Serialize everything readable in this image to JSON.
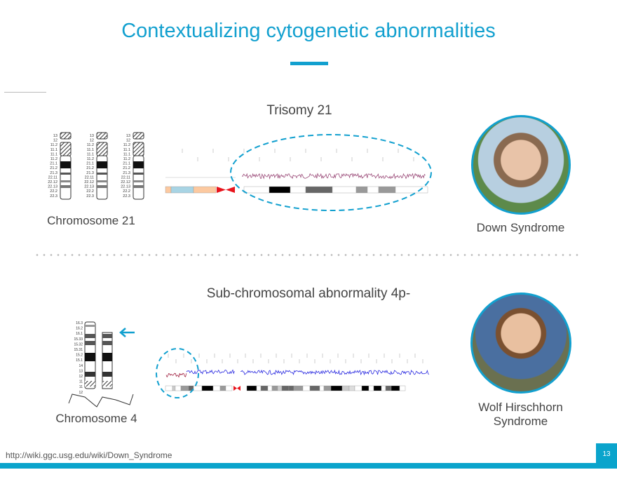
{
  "title": "Contextualizing cytogenetic abnormalities",
  "tiny_caption": "..........",
  "section1": {
    "heading": "Trisomy 21",
    "chromosome_label": "Chromosome 21",
    "syndrome_label": "Down Syndrome",
    "bands": [
      "13",
      "12",
      "11.2",
      "11.1",
      "11.1",
      "11.2",
      "21.1",
      "21.2",
      "21.3",
      "22.11",
      "22.12",
      "22.13",
      "22.2",
      "22.3"
    ]
  },
  "section2": {
    "heading": "Sub-chromosomal abnormality 4p-",
    "chromosome_label": "Chromosome 4",
    "syndrome_label_line1": "Wolf Hirschhorn",
    "syndrome_label_line2": "Syndrome",
    "bands": [
      "16.3",
      "16.2",
      "16.1",
      "15.33",
      "15.32",
      "15.31",
      "15.2",
      "15.1",
      "14",
      "13",
      "12",
      "11",
      "11",
      "12"
    ]
  },
  "footer": {
    "url": "http://wiki.ggc.usg.edu/wiki/Down_Syndrome",
    "page_number": "13"
  },
  "colors": {
    "accent": "#12a0cf",
    "trisomy_trace": "#9a4a78",
    "normal_trace": "#2a2ae0",
    "deleted_trace": "#a02040",
    "centromere": "#e8141c"
  }
}
